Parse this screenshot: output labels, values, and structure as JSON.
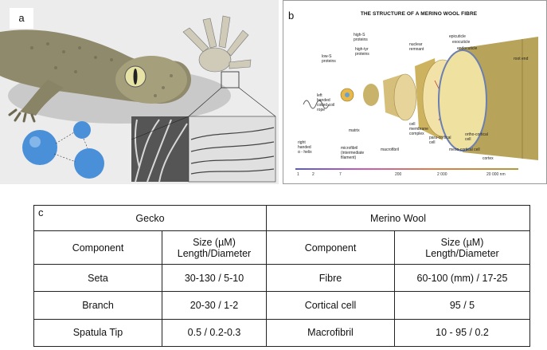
{
  "panel_a": {
    "label": "a"
  },
  "panel_b": {
    "label": "b",
    "title": "THE STRUCTURE OF A MERINO WOOL FIBRE",
    "labels": {
      "high_s": "high-S\nproteins",
      "low_s": "low-S\nproteins",
      "high_tyr": "high-tyr\nproteins",
      "nuclear": "nuclear\nremnant",
      "epicuticle": "epicuticle",
      "exocuticle": "exocuticle",
      "endocuticle": "endocuticle",
      "root_end": "root end",
      "left_handed": "left\nhanded\ncoiled-coil\nrope",
      "matrix": "matrix",
      "cell_membrane": "cell\nmembrane\ncomplex",
      "para_cortical": "para-cortical\ncell",
      "ortho_cortical": "ortho-cortical\ncell",
      "meso_cortical": "meso-cortical cell",
      "cortex": "cortex",
      "right_handed": "right\nhanded\nα - helix",
      "microfibril": "microfibril\n(intermediate\nfilament)",
      "macrofibril": "macrofibril"
    },
    "scale": [
      "1",
      "2",
      "7",
      "200",
      "2 000",
      "20 000 nm"
    ]
  },
  "table": {
    "label": "c",
    "group_headers": [
      "Gecko",
      "Merino Wool"
    ],
    "column_headers": [
      "Component",
      "Size (µM)\nLength/Diameter",
      "Component",
      "Size (µM)\nLength/Diameter"
    ],
    "rows": [
      [
        "Seta",
        "30-130 / 5-10",
        "Fibre",
        "60-100 (mm) / 17-25"
      ],
      [
        "Branch",
        "20-30 / 1-2",
        "Cortical cell",
        "95 / 5"
      ],
      [
        "Spatula Tip",
        "0.5 / 0.2-0.3",
        "Macrofibril",
        "10 - 95 / 0.2"
      ]
    ]
  }
}
